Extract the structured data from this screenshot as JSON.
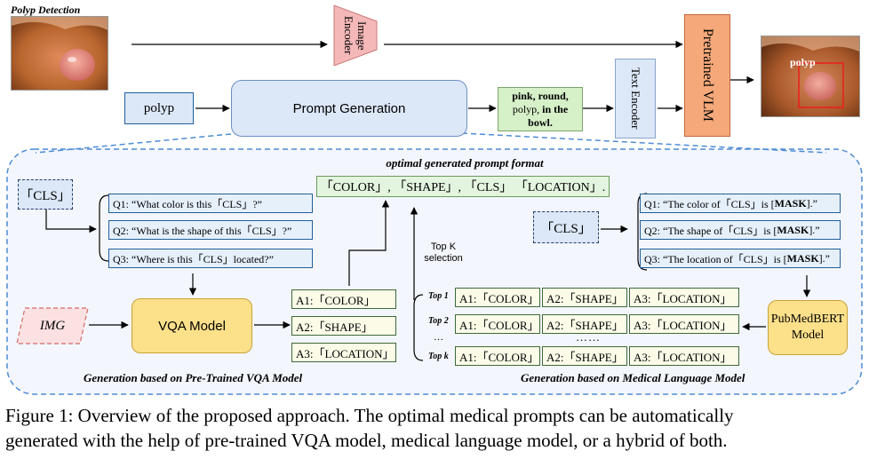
{
  "top": {
    "polyp_detection_label": "Polyp Detection",
    "image_encoder": "Image Encoder",
    "polyp_input": "polyp",
    "prompt_generation": "Prompt Generation",
    "prompt_line1": "pink, round,",
    "prompt_line2_a": "polyp, ",
    "prompt_line2_b": "in the",
    "prompt_line3": "bowl.",
    "text_encoder": "Text Encoder",
    "pretrained_vlm": "Pretrained VLM",
    "output_label": "polyp"
  },
  "middle": {
    "format_title": "optimal generated prompt format",
    "format_text": "「COLOR」, 「SHAPE」, 「CLS」 「LOCATION」."
  },
  "vqa": {
    "cls": "「CLS」",
    "questions": [
      "Q1: “What color is this「CLS」?”",
      "Q2: “What is the shape of this「CLS」?”",
      "Q3: “Where is this「CLS」located?”"
    ],
    "img": "IMG",
    "model": "VQA Model",
    "answers": [
      "A1:「COLOR」",
      "A2:「SHAPE」",
      "A3:「LOCATION」"
    ],
    "caption": "Generation based on Pre-Trained VQA Model"
  },
  "mlm": {
    "cls": "「CLS」",
    "questions": [
      {
        "pre": "Q1: “The color of「CLS」is [",
        "mask": "MASK",
        "post": "].”"
      },
      {
        "pre": "Q2: “The shape of「CLS」is [",
        "mask": "MASK",
        "post": "].”"
      },
      {
        "pre": "Q3: “The location of「CLS」is [",
        "mask": "MASK",
        "post": "].”"
      }
    ],
    "model_line1": "PubMedBERT",
    "model_line2": "Model",
    "topk_line1": "Top K",
    "topk_line2": "selection",
    "rank_labels": [
      "Top 1",
      "Top 2",
      "…",
      "Top k"
    ],
    "rows": [
      [
        "A1:「COLOR」",
        "A2:「SHAPE」",
        "A3:「LOCATION」"
      ],
      [
        "A1:「COLOR」",
        "A2:「SHAPE」",
        "A3:「LOCATION」"
      ],
      [
        "A1:「COLOR」",
        "A2:「SHAPE」",
        "A3:「LOCATION」"
      ]
    ],
    "dots": "……",
    "caption": "Generation based on Medical Language Model"
  },
  "figure_caption": {
    "line1": "Figure 1: Overview of the proposed approach. The optimal medical prompts can be automatically",
    "line2": "generated with the help of pre-trained VQA model, medical language model, or a hybrid of both."
  },
  "colors": {
    "image_encoder_fill": "#f4b8b8",
    "prompt_generation_fill": "#dce7f8",
    "prompt_output_fill": "#d6f0c8",
    "vlm_fill": "#f5a97a",
    "model_fill": "#fde08a",
    "img_fill": "#fbe1e1",
    "question_fill": "#e6f0fb",
    "answer_fill": "#fbfbe8",
    "format_fill": "#e3f5df",
    "panel_fill": "#f3f6fc",
    "dashed_blue": "#4e8cd4"
  }
}
